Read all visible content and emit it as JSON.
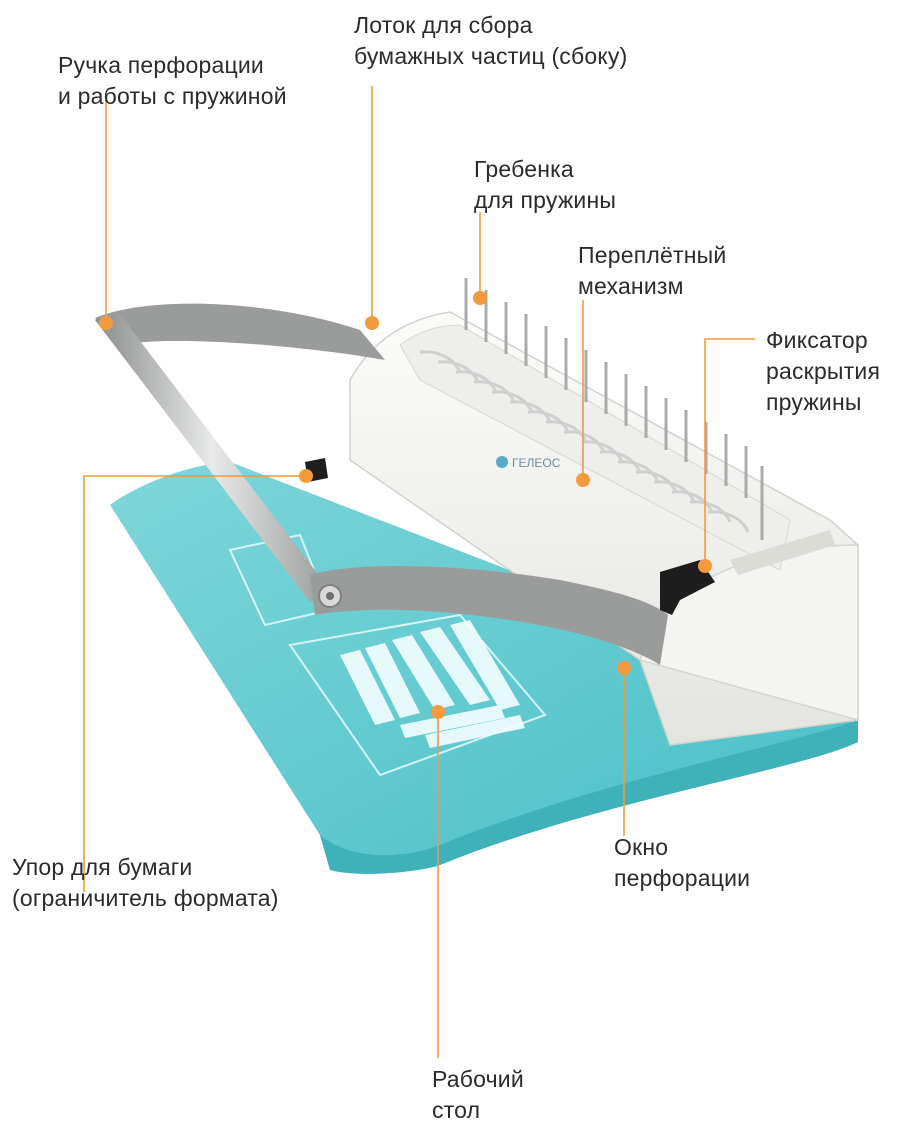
{
  "labels": {
    "handle": "Ручка перфорации\nи работы с пружиной",
    "tray": "Лоток для сбора\nбумажных частиц (сбоку)",
    "comb": "Гребенка\nдля пружины",
    "binding": "Переплётный\nмеханизм",
    "lock": "Фиксатор\nраскрытия\nпружины",
    "paper_stop": "Упор для бумаги\n(ограничитель формата)",
    "punch_window": "Окно\nперфорации",
    "work_table": "Рабочий\nстол"
  },
  "brand": "ГЕЛЕОС",
  "colors": {
    "accent": "#f39a3c",
    "base": "#5ec9cf",
    "body": "#f2f2ef",
    "handle": "#9a9c9c"
  }
}
